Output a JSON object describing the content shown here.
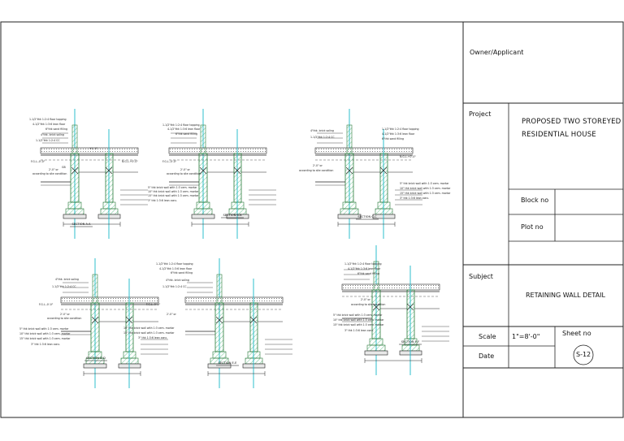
{
  "title_block": {
    "owner_label": "Owner/Applicant",
    "project_label": "Project",
    "project_title_line1": "PROPOSED TWO STOREYED",
    "project_title_line2": "RESIDENTIAL HOUSE",
    "block_label": "Block no",
    "plot_label": "Plot no",
    "subject_label": "Subject",
    "subject_value": "RETAINING WALL DETAIL",
    "scale_label": "Scale",
    "scale_value": "1\"=8'-0\"",
    "sheet_label": "Sheet no",
    "sheet_value": "S-12",
    "date_label": "Date"
  },
  "sections": [
    {
      "title": "SECTION A-A"
    },
    {
      "title": "SECTION B-B"
    },
    {
      "title": "SECTION C-C"
    },
    {
      "title": "SECTION D-D"
    },
    {
      "title": "SECTION E-E"
    },
    {
      "title": "SECTION F-F"
    }
  ],
  "notes": {
    "floor_topping": "1-1/2\"thk 1:2:4 floor topping",
    "lean_floor": "4-1/2\"thk 1:3:6 lean floor",
    "sand_filling": "6\"thk sand filling",
    "brick_soling": "4\"thk. brick soling",
    "cc_lean": "1-1/2\"thk 1:2:4 CC",
    "elevation": "+1'-0\"",
    "fgl": "F.G.L.",
    "fgl_value": "F.G.L.-0'-0\"",
    "ngl": "N.G.L.",
    "ngl_value": "N.G.L.+0'-0\"",
    "depth": "2'-0\" or",
    "site_condition": "according to site condition",
    "gb": "GB",
    "wall5": "5\" thk brick wall with 1:3 cem. mortar",
    "wall10": "10\" thk brick wall with 1:3 cem. mortar",
    "wall15": "15\" thk brick wall with 1:3 cem. mortar",
    "lean_conc": "3\" thk 1:3:6 lean conc."
  }
}
